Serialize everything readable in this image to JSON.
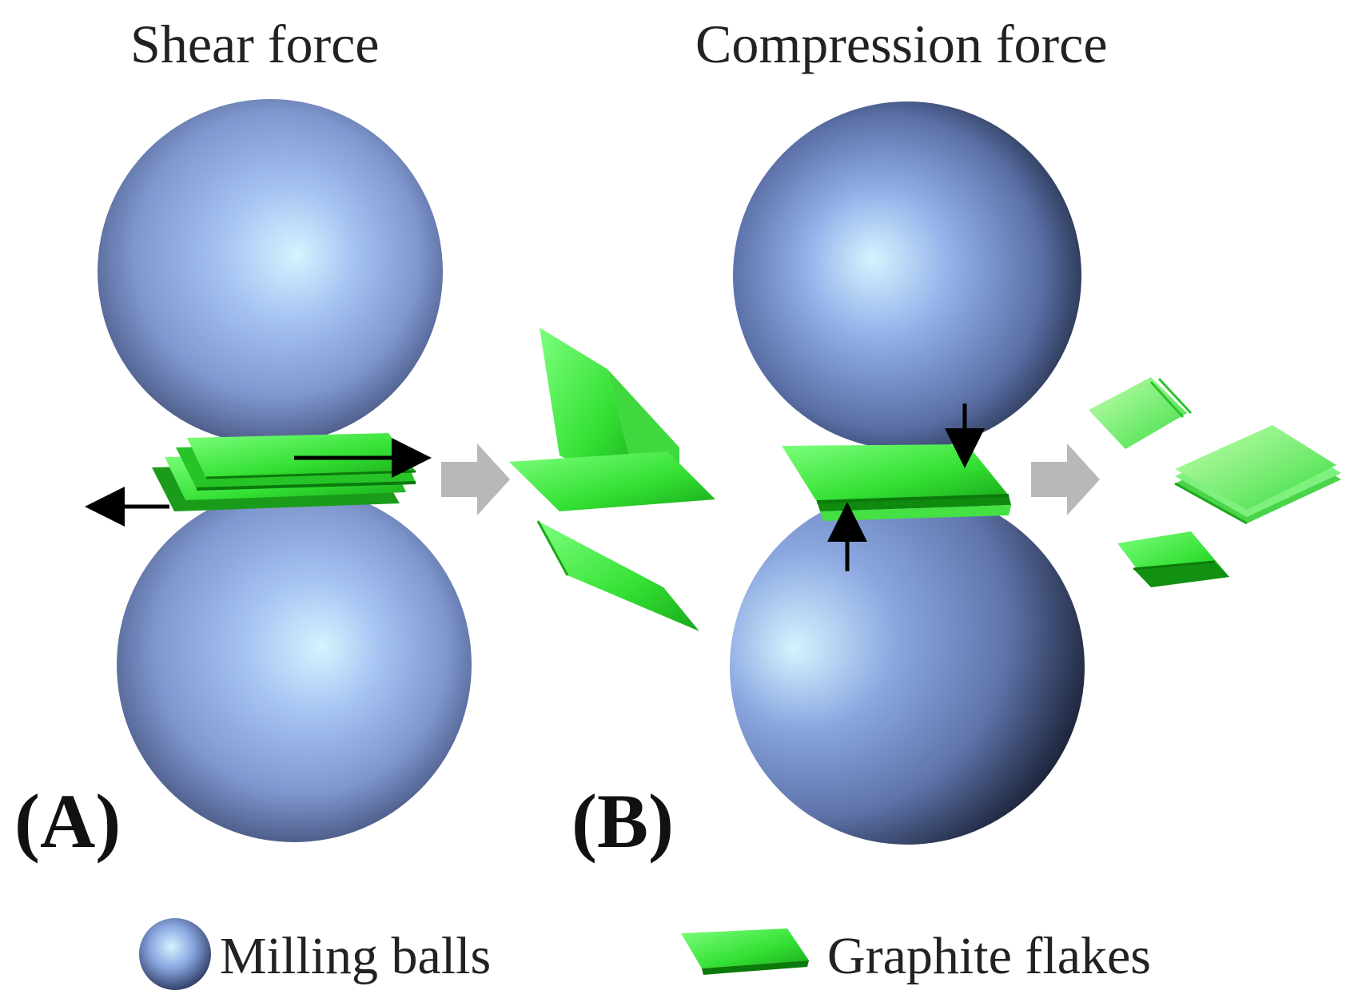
{
  "panels": {
    "a": {
      "title": "Shear force",
      "label": "(A)"
    },
    "b": {
      "title": "Compression force",
      "label": "(B)"
    }
  },
  "legend": {
    "balls": "Milling balls",
    "flakes": "Graphite flakes"
  },
  "colors": {
    "ball_highlight": "#d6f3ff",
    "ball_mid": "#8aa6e0",
    "ball_dark": "#2a3450",
    "flake_light": "#7dff7d",
    "flake_mid": "#33e033",
    "flake_dark": "#0b7a0b",
    "process_arrow": "#b8b8b8",
    "force_arrow": "#000000"
  }
}
